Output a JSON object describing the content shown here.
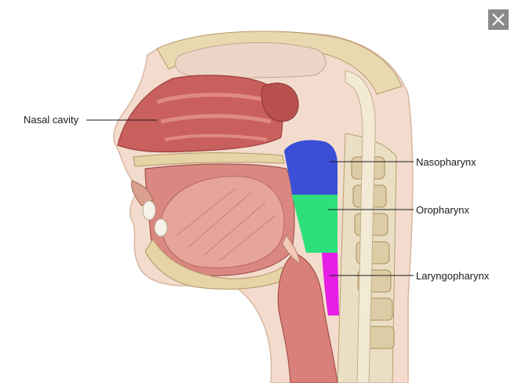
{
  "labels": {
    "nasal_cavity": "Nasal cavity",
    "nasopharynx": "Nasopharynx",
    "oropharynx": "Oropharynx",
    "laryngopharynx": "Laryngopharynx"
  },
  "colors": {
    "nasopharynx": "#3a4fd6",
    "oropharynx": "#2ee07a",
    "laryngopharynx": "#e61ee6",
    "close_button": "#8a8a8a"
  },
  "icons": {
    "close": "close-icon"
  }
}
